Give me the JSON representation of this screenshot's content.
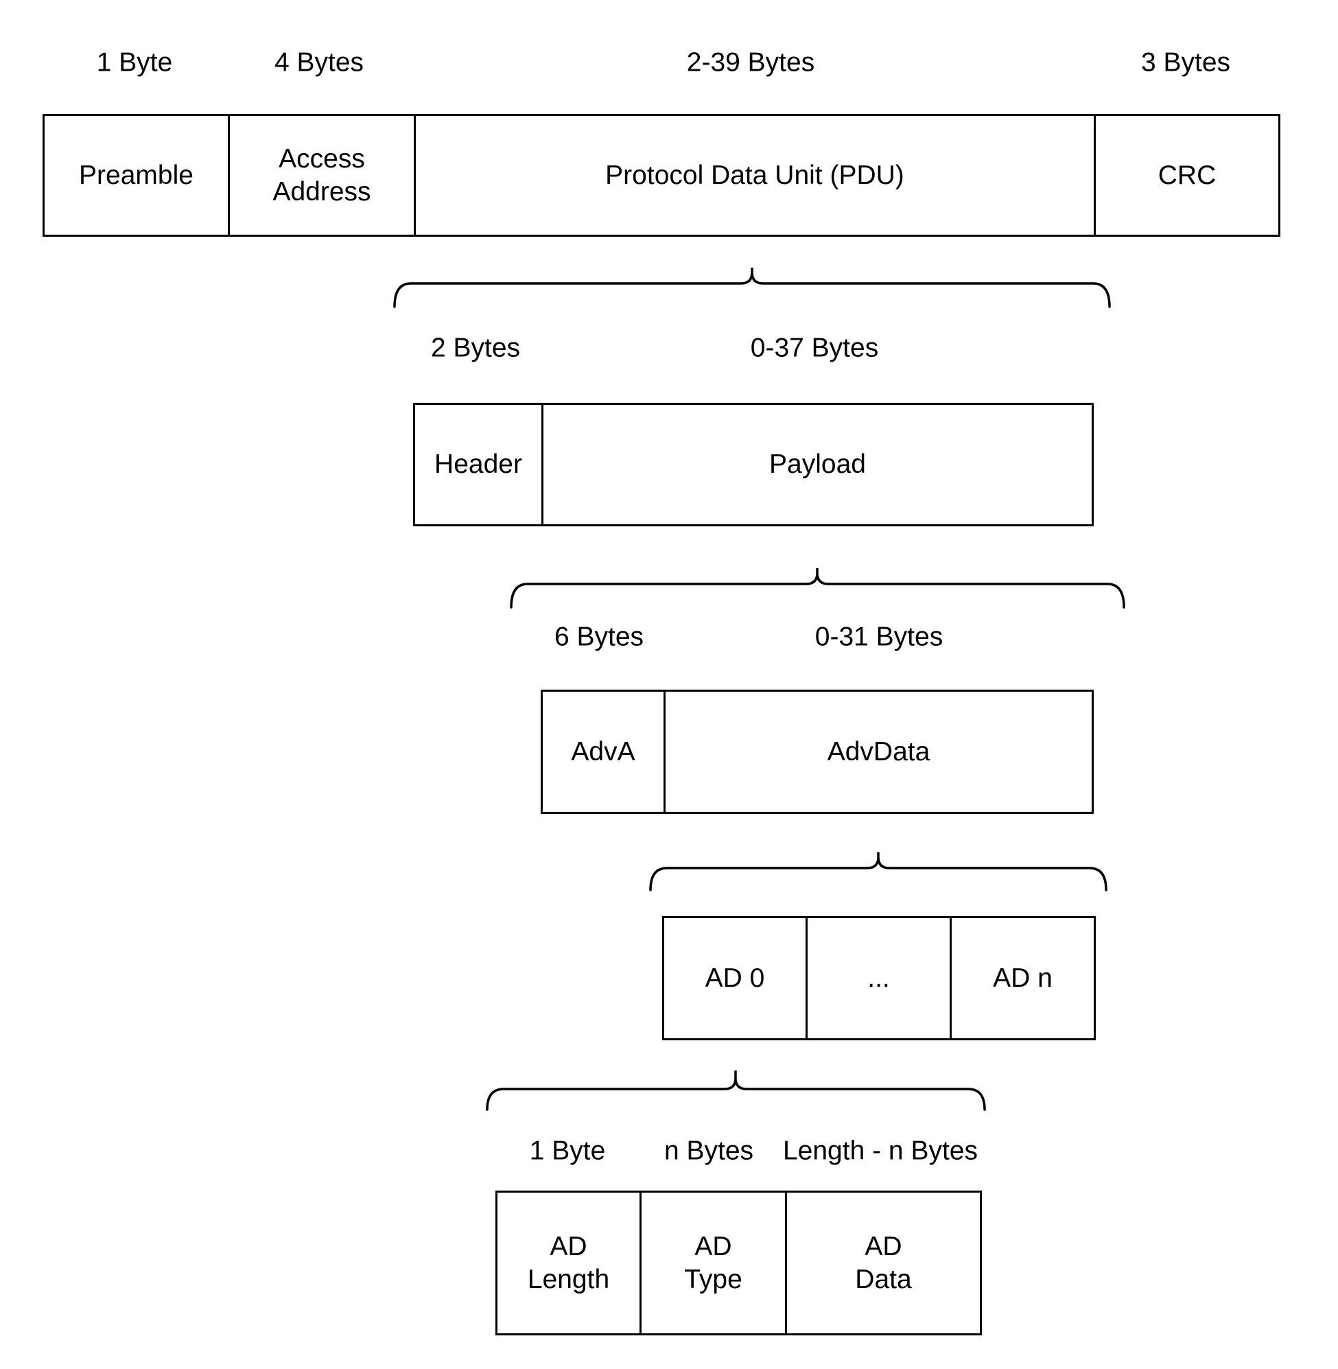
{
  "packet": {
    "byte_labels": [
      "1 Byte",
      "4 Bytes",
      "2-39 Bytes",
      "3 Bytes"
    ],
    "fields": [
      "Preamble",
      "Access\nAddress",
      "Protocol Data Unit (PDU)",
      "CRC"
    ]
  },
  "pdu": {
    "byte_labels": [
      "2 Bytes",
      "0-37 Bytes"
    ],
    "fields": [
      "Header",
      "Payload"
    ]
  },
  "payload": {
    "byte_labels": [
      "6 Bytes",
      "0-31 Bytes"
    ],
    "fields": [
      "AdvA",
      "AdvData"
    ]
  },
  "advdata": {
    "fields": [
      "AD 0",
      "...",
      "AD n"
    ]
  },
  "ad_structure": {
    "byte_labels": [
      "1 Byte",
      "n Bytes",
      "Length - n Bytes"
    ],
    "fields": [
      "AD\nLength",
      "AD\nType",
      "AD\nData"
    ]
  },
  "colors": {
    "line": "#000000",
    "background": "#ffffff",
    "text": "#000000"
  }
}
